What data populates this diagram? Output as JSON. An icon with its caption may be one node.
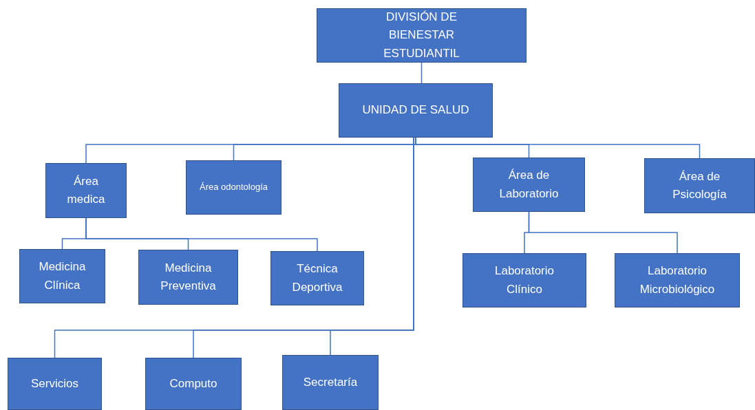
{
  "diagram": {
    "nodes": [
      {
        "text": [
          "DIVISIÓN DE BIENESTAR ESTUDIANTIL"
        ]
      },
      {
        "text": [
          "UNIDAD DE SALUD"
        ]
      },
      {
        "text": [
          "Área medica"
        ]
      },
      {
        "text": [
          "Área odontología"
        ]
      },
      {
        "text": [
          "Área de Laboratorio"
        ]
      },
      {
        "text": [
          "Área de Psicología"
        ]
      },
      {
        "text": [
          "Medicina Clínica"
        ]
      },
      {
        "text": [
          "Medicina Preventiva"
        ]
      },
      {
        "text": [
          "Técnica Deportiva"
        ]
      },
      {
        "text": [
          "Laboratorio Clínico"
        ]
      },
      {
        "text": [
          "Laboratorio Microbiológico"
        ]
      },
      {
        "text": [
          "Servicios"
        ]
      },
      {
        "text": [
          "Computo"
        ]
      },
      {
        "text": [
          "Secretaría"
        ]
      }
    ],
    "edges": [
      {
        "from": 0,
        "to": 1,
        "arrow": "none"
      },
      {
        "from": 1,
        "to": 2,
        "arrow": "none"
      },
      {
        "from": 1,
        "to": 3,
        "arrow": "none"
      },
      {
        "from": 1,
        "to": 4,
        "arrow": "none"
      },
      {
        "from": 1,
        "to": 5,
        "arrow": "none"
      },
      {
        "from": 2,
        "to": 6,
        "arrow": "none"
      },
      {
        "from": 2,
        "to": 7,
        "arrow": "none"
      },
      {
        "from": 2,
        "to": 8,
        "arrow": "none"
      },
      {
        "from": 4,
        "to": 9,
        "arrow": "none"
      },
      {
        "from": 4,
        "to": 10,
        "arrow": "none"
      },
      {
        "from": 1,
        "to": 11,
        "arrow": "none"
      },
      {
        "from": 1,
        "to": 12,
        "arrow": "none"
      },
      {
        "from": 1,
        "to": 13,
        "arrow": "none"
      }
    ]
  }
}
